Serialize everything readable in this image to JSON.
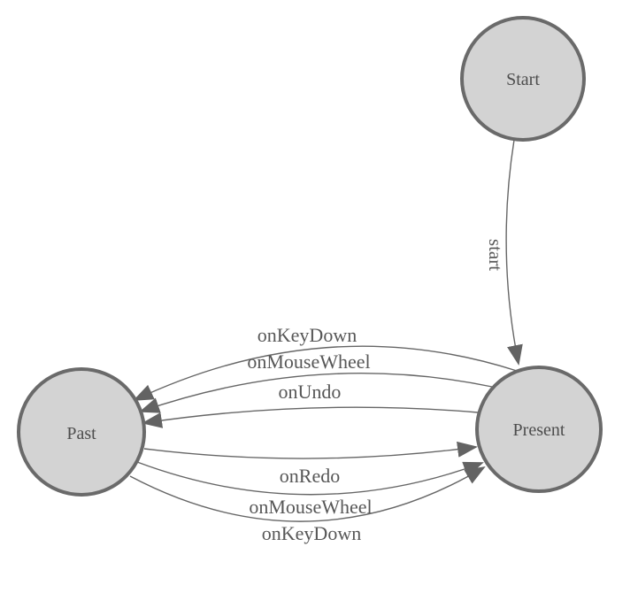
{
  "diagram": {
    "type": "state-machine",
    "colors": {
      "background": "#ffffff",
      "node_fill": "#d3d3d3",
      "node_stroke": "#6a6a6a",
      "edge_stroke": "#666666",
      "arrowhead": "#636363",
      "label_text": "#4d4d4d"
    },
    "nodes": [
      {
        "id": "start",
        "label": "Start"
      },
      {
        "id": "present",
        "label": "Present"
      },
      {
        "id": "past",
        "label": "Past"
      }
    ],
    "edges": [
      {
        "from": "start",
        "to": "present",
        "label": "start"
      },
      {
        "from": "present",
        "to": "past",
        "label": "onKeyDown"
      },
      {
        "from": "present",
        "to": "past",
        "label": "onMouseWheel"
      },
      {
        "from": "present",
        "to": "past",
        "label": "onUndo"
      },
      {
        "from": "past",
        "to": "present",
        "label": "onRedo"
      },
      {
        "from": "past",
        "to": "present",
        "label": "onMouseWheel"
      },
      {
        "from": "past",
        "to": "present",
        "label": "onKeyDown"
      }
    ]
  }
}
